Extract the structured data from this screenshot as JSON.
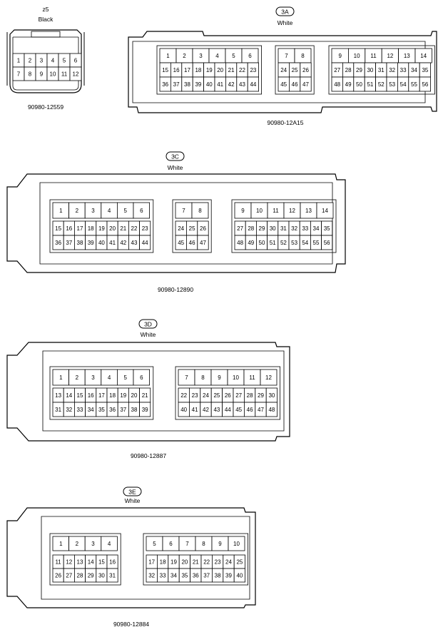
{
  "connectors": [
    {
      "id": "z5",
      "color": "Black",
      "part": "90980-12559",
      "badge": false,
      "rows": [
        [
          "1",
          "2",
          "3",
          "4",
          "5",
          "6"
        ],
        [
          "7",
          "8",
          "9",
          "10",
          "11",
          "12"
        ]
      ]
    },
    {
      "id": "3A",
      "color": "White",
      "part": "90980-12A15",
      "badge": true,
      "blocks": [
        {
          "rows": [
            [
              "1",
              "2",
              "3",
              "4",
              "5",
              "6"
            ],
            [
              "15",
              "16",
              "17",
              "18",
              "19",
              "20",
              "21",
              "22",
              "23"
            ],
            [
              "36",
              "37",
              "38",
              "39",
              "40",
              "41",
              "42",
              "43",
              "44"
            ]
          ]
        },
        {
          "rows": [
            [
              "7",
              "8"
            ],
            [
              "24",
              "25",
              "26"
            ],
            [
              "45",
              "46",
              "47"
            ]
          ]
        },
        {
          "rows": [
            [
              "9",
              "10",
              "11",
              "12",
              "13",
              "14"
            ],
            [
              "27",
              "28",
              "29",
              "30",
              "31",
              "32",
              "33",
              "34",
              "35"
            ],
            [
              "48",
              "49",
              "50",
              "51",
              "52",
              "53",
              "54",
              "55",
              "56"
            ]
          ]
        }
      ]
    },
    {
      "id": "3C",
      "color": "White",
      "part": "90980-12890",
      "badge": true,
      "blocks": [
        {
          "rows": [
            [
              "1",
              "2",
              "3",
              "4",
              "5",
              "6"
            ],
            [
              "15",
              "16",
              "17",
              "18",
              "19",
              "20",
              "21",
              "22",
              "23"
            ],
            [
              "36",
              "37",
              "38",
              "39",
              "40",
              "41",
              "42",
              "43",
              "44"
            ]
          ]
        },
        {
          "rows": [
            [
              "7",
              "8"
            ],
            [
              "24",
              "25",
              "26"
            ],
            [
              "45",
              "46",
              "47"
            ]
          ]
        },
        {
          "rows": [
            [
              "9",
              "10",
              "11",
              "12",
              "13",
              "14"
            ],
            [
              "27",
              "28",
              "29",
              "30",
              "31",
              "32",
              "33",
              "34",
              "35"
            ],
            [
              "48",
              "49",
              "50",
              "51",
              "52",
              "53",
              "54",
              "55",
              "56"
            ]
          ]
        }
      ]
    },
    {
      "id": "3D",
      "color": "White",
      "part": "90980-12887",
      "badge": true,
      "blocks": [
        {
          "rows": [
            [
              "1",
              "2",
              "3",
              "4",
              "5",
              "6"
            ],
            [
              "13",
              "14",
              "15",
              "16",
              "17",
              "18",
              "19",
              "20",
              "21"
            ],
            [
              "31",
              "32",
              "33",
              "34",
              "35",
              "36",
              "37",
              "38",
              "39"
            ]
          ]
        },
        {
          "rows": [
            [
              "7",
              "8",
              "9",
              "10",
              "11",
              "12"
            ],
            [
              "22",
              "23",
              "24",
              "25",
              "26",
              "27",
              "28",
              "29",
              "30"
            ],
            [
              "40",
              "41",
              "42",
              "43",
              "44",
              "45",
              "46",
              "47",
              "48"
            ]
          ]
        }
      ]
    },
    {
      "id": "3E",
      "color": "White",
      "part": "90980-12884",
      "badge": true,
      "blocks": [
        {
          "rows": [
            [
              "1",
              "2",
              "3",
              "4"
            ],
            [
              "11",
              "12",
              "13",
              "14",
              "15",
              "16"
            ],
            [
              "26",
              "27",
              "28",
              "29",
              "30",
              "31"
            ]
          ]
        },
        {
          "rows": [
            [
              "5",
              "6",
              "7",
              "8",
              "9",
              "10"
            ],
            [
              "17",
              "18",
              "19",
              "20",
              "21",
              "22",
              "23",
              "24",
              "25"
            ],
            [
              "32",
              "33",
              "34",
              "35",
              "36",
              "37",
              "38",
              "39",
              "40"
            ]
          ]
        }
      ]
    }
  ]
}
